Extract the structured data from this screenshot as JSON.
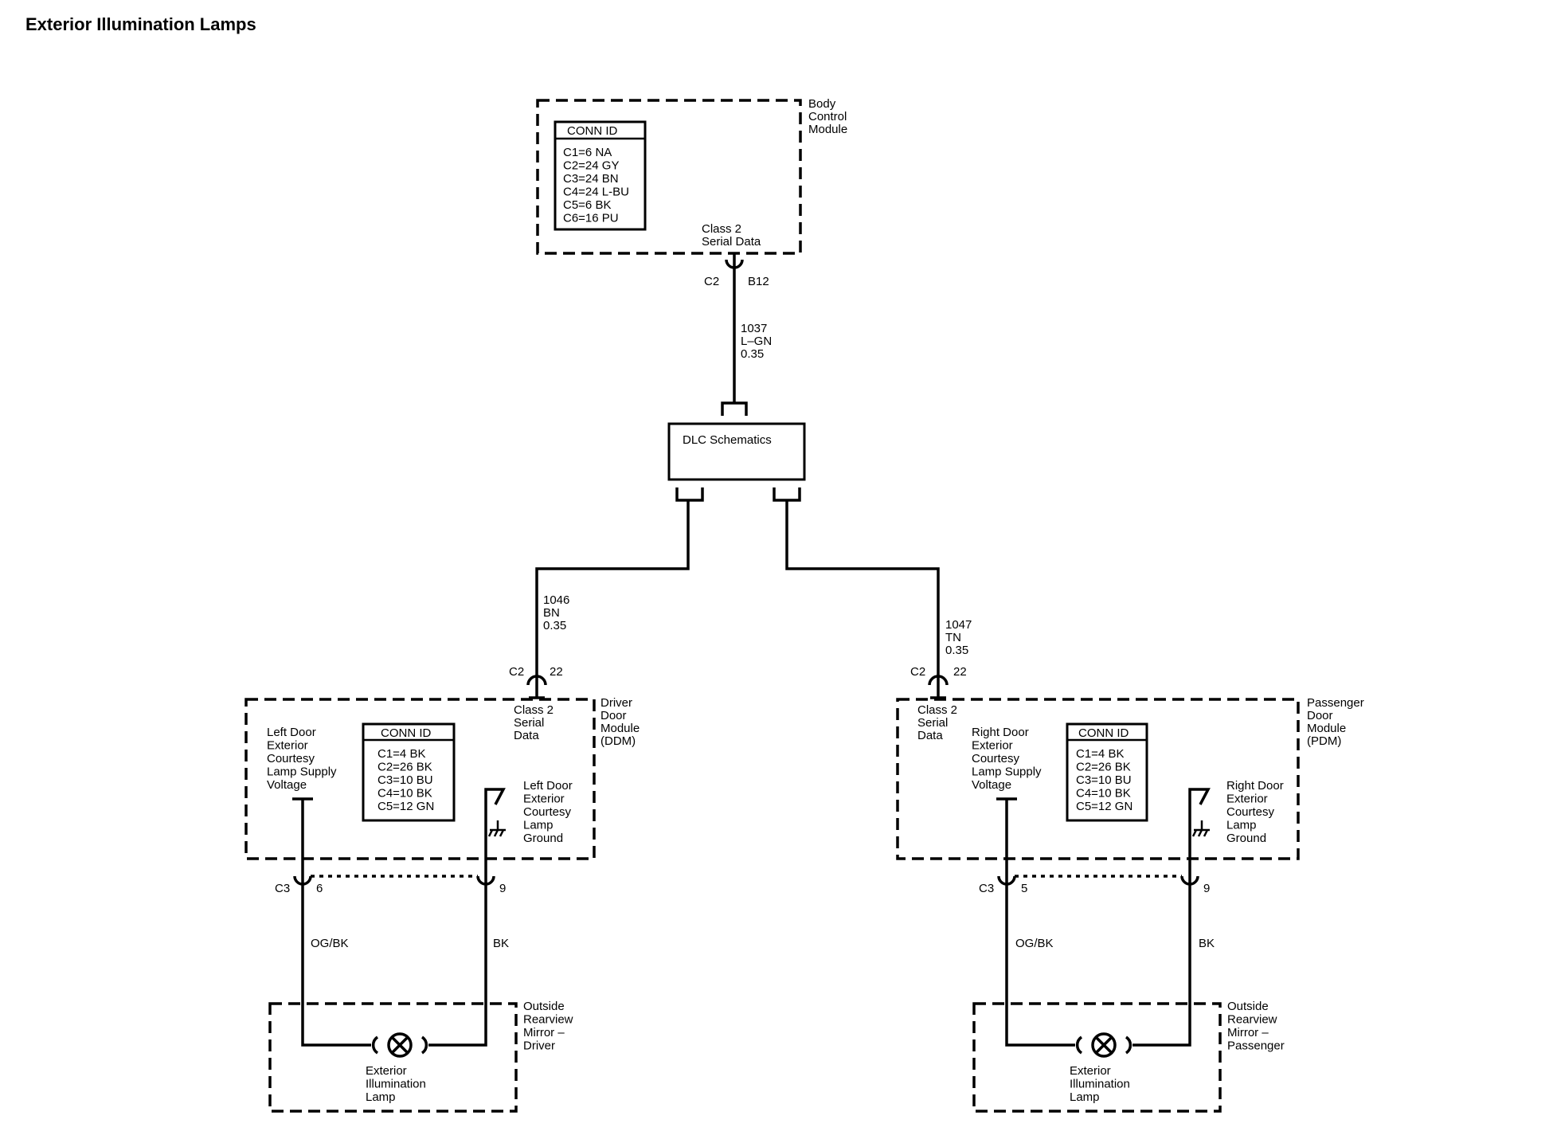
{
  "title": "Exterior Illumination Lamps",
  "bcm": {
    "name": [
      "Body",
      "Control",
      "Module"
    ],
    "conn_header": "CONN ID",
    "conn": [
      "C1=6 NA",
      "C2=24 GY",
      "C3=24 BN",
      "C4=24 L-BU",
      "C5=6 BK",
      "C6=16 PU"
    ],
    "pin_func": [
      "Class 2",
      "Serial Data"
    ],
    "connector": "C2",
    "pin": "B12"
  },
  "wire_bcm_dlc": [
    "1037",
    "L–GN",
    "0.35"
  ],
  "dlc": {
    "label": "DLC Schematics"
  },
  "wire_dlc_ddm": [
    "1046",
    "BN",
    "0.35"
  ],
  "wire_dlc_pdm": [
    "1047",
    "TN",
    "0.35"
  ],
  "ddm": {
    "name": [
      "Driver",
      "Door",
      "Module",
      "(DDM)"
    ],
    "connector_top": "C2",
    "pin_top": "22",
    "serial": [
      "Class 2",
      "Serial",
      "Data"
    ],
    "supply": [
      "Left Door",
      "Exterior",
      "Courtesy",
      "Lamp Supply",
      "Voltage"
    ],
    "ground": [
      "Left Door",
      "Exterior",
      "Courtesy",
      "Lamp",
      "Ground"
    ],
    "conn_header": "CONN ID",
    "conn": [
      "C1=4 BK",
      "C2=26 BK",
      "C3=10 BU",
      "C4=10 BK",
      "C5=12 GN"
    ],
    "connector_bottom": "C3",
    "pin_supply": "6",
    "pin_ground": "9",
    "wire_supply": "OG/BK",
    "wire_ground": "BK"
  },
  "pdm": {
    "name": [
      "Passenger",
      "Door",
      "Module",
      "(PDM)"
    ],
    "connector_top": "C2",
    "pin_top": "22",
    "serial": [
      "Class 2",
      "Serial",
      "Data"
    ],
    "supply": [
      "Right Door",
      "Exterior",
      "Courtesy",
      "Lamp Supply",
      "Voltage"
    ],
    "ground": [
      "Right Door",
      "Exterior",
      "Courtesy",
      "Lamp",
      "Ground"
    ],
    "conn_header": "CONN ID",
    "conn": [
      "C1=4 BK",
      "C2=26 BK",
      "C3=10 BU",
      "C4=10 BK",
      "C5=12 GN"
    ],
    "connector_bottom": "C3",
    "pin_supply": "5",
    "pin_ground": "9",
    "wire_supply": "OG/BK",
    "wire_ground": "BK"
  },
  "mirror_driver": {
    "name": [
      "Outside",
      "Rearview",
      "Mirror –",
      "Driver"
    ],
    "lamp": [
      "Exterior",
      "Illumination",
      "Lamp"
    ]
  },
  "mirror_passenger": {
    "name": [
      "Outside",
      "Rearview",
      "Mirror –",
      "Passenger"
    ],
    "lamp": [
      "Exterior",
      "Illumination",
      "Lamp"
    ]
  }
}
